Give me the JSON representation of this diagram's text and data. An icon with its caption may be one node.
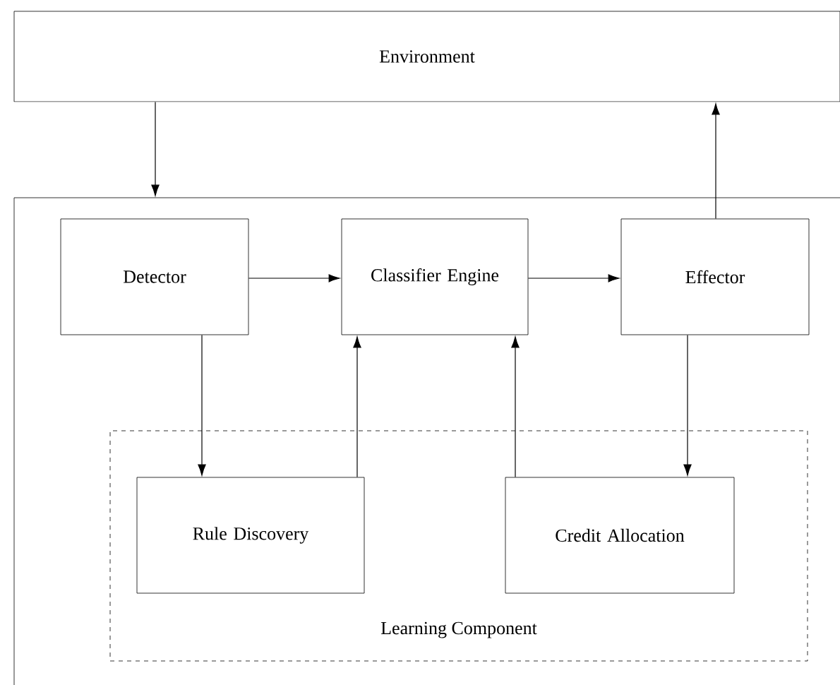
{
  "diagram": {
    "nodes": [
      {
        "text": [
          "Environment"
        ]
      },
      {
        "text": [],
        "shape": "box"
      },
      {
        "text": [
          "Detector"
        ],
        "in": 1
      },
      {
        "text": [
          "Classifier Engine"
        ],
        "in": 1
      },
      {
        "text": [
          "Effector"
        ],
        "in": 1
      },
      {
        "text": [
          "Learning Component"
        ],
        "in": 1
      },
      {
        "text": [
          "Rule Discovery"
        ],
        "in": 5
      },
      {
        "text": [
          "Credit Allocation"
        ],
        "in": 5
      }
    ],
    "edges": [
      {
        "from": 0,
        "to": 1,
        "arrow": "to"
      },
      {
        "from": 4,
        "to": 0,
        "arrow": "to"
      },
      {
        "from": 2,
        "to": 3,
        "arrow": "to"
      },
      {
        "from": 3,
        "to": 4,
        "arrow": "to"
      },
      {
        "from": 2,
        "to": 6,
        "arrow": "to"
      },
      {
        "from": 6,
        "to": 3,
        "arrow": "to"
      },
      {
        "from": 7,
        "to": 3,
        "arrow": "to"
      },
      {
        "from": 4,
        "to": 7,
        "arrow": "to"
      }
    ]
  }
}
